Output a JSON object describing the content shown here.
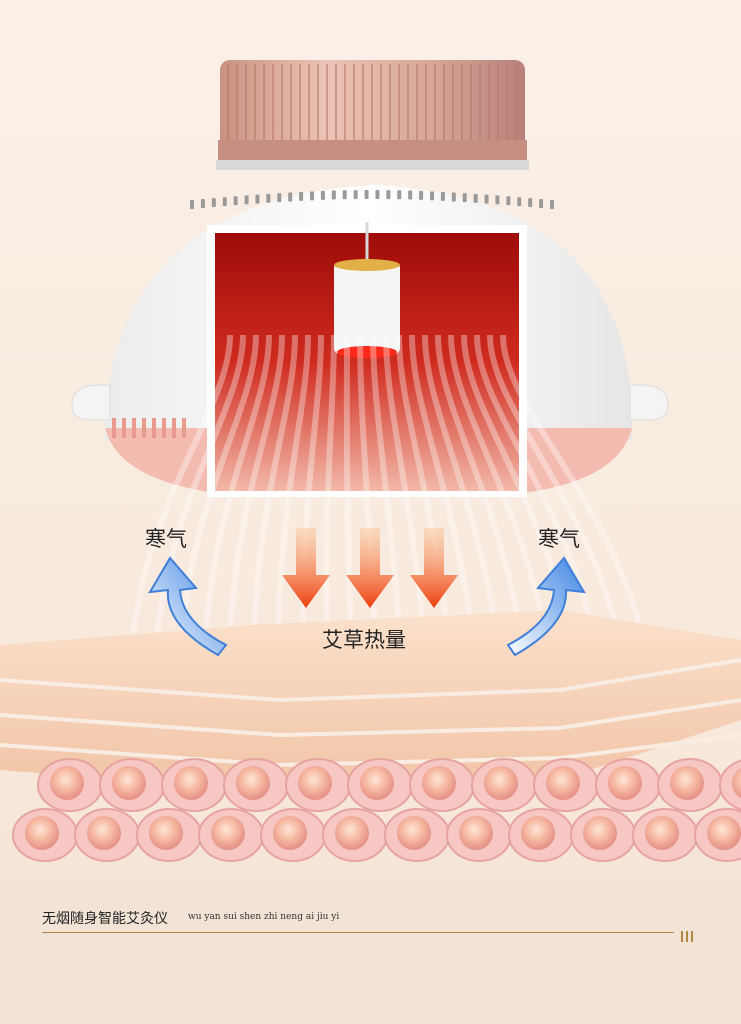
{
  "labels": {
    "cold_left": "寒气",
    "cold_right": "寒气",
    "heat": "艾草热量"
  },
  "footer": {
    "title": "无烟随身智能艾灸仪",
    "pinyin": "wu yan sui shen zhi neng ai jiu yi"
  },
  "colors": {
    "cap": "#d4a293",
    "shell": "#ffffff",
    "base_ring": "#f2b8ac",
    "chamber": "#b5150f",
    "heat_arrow": "#f04a14",
    "cold_arrow": "#4d8fe6",
    "accent_line": "#b08840"
  },
  "icons": [
    "heat-arrow-icon",
    "cold-arrow-icon"
  ]
}
